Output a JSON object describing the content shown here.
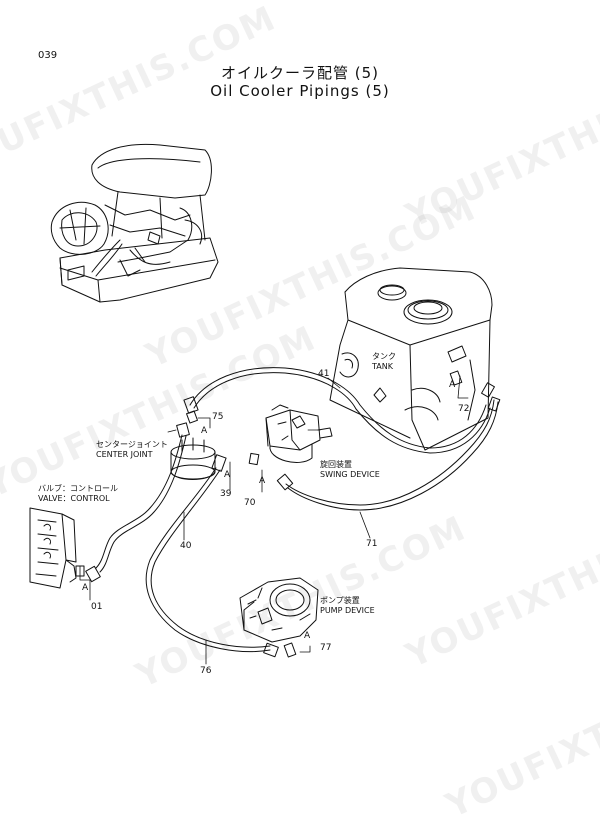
{
  "page_number": "039",
  "title": {
    "japanese": "オイルクーラ配管 (5)",
    "english": "Oil Cooler Pipings (5)"
  },
  "labels": {
    "tank_jp": "タンク",
    "tank_en": "TANK",
    "center_joint_jp": "センタージョイント",
    "center_joint_en": "CENTER JOINT",
    "valve_jp": "バルブ：コントロール",
    "valve_en": "VALVE：CONTROL",
    "swing_jp": "旋回装置",
    "swing_en": "SWING DEVICE",
    "pump_jp": "ポンプ装置",
    "pump_en": "PUMP DEVICE"
  },
  "part_numbers": {
    "p41": "41",
    "p72": "72",
    "p75": "75",
    "p39": "39",
    "p70": "70",
    "p71": "71",
    "p40": "40",
    "p01": "01",
    "p77": "77",
    "p76": "76"
  },
  "detail_marks": {
    "a": "A"
  },
  "watermark": {
    "text": "YOUFIXTHIS.COM"
  }
}
